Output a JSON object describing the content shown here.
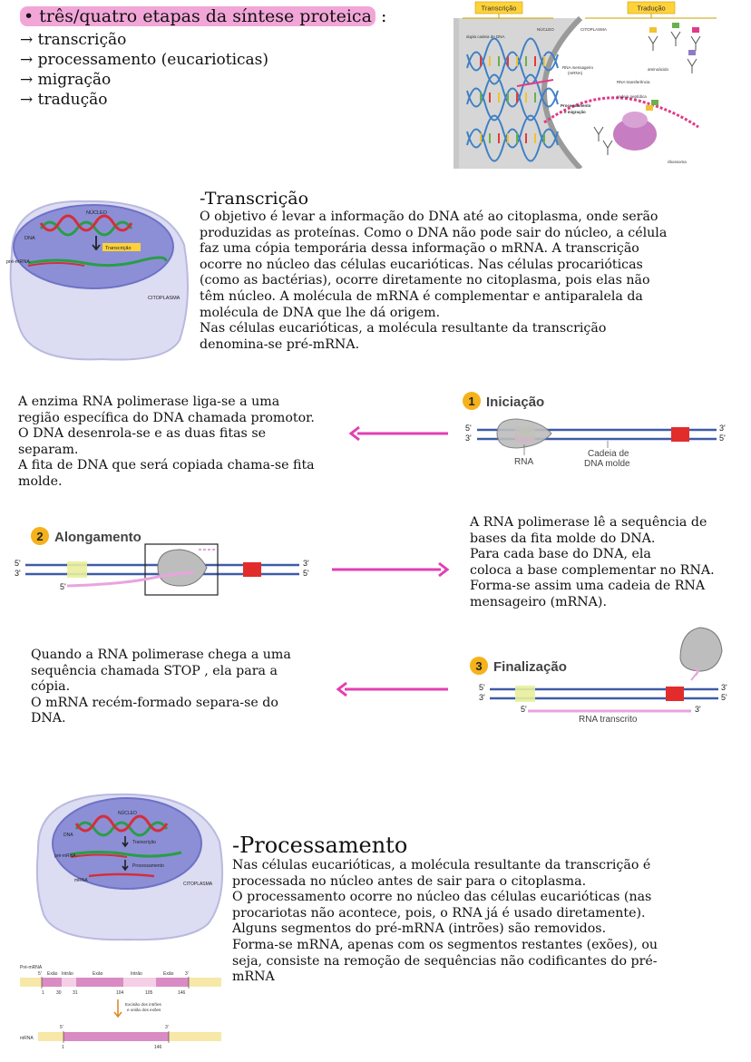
{
  "intro": {
    "title": "três/quatro etapas da síntese proteica",
    "colon": ":",
    "steps": [
      "→ transcrição",
      "→ processamento (eucarioticas)",
      "→ migração",
      "→ tradução"
    ]
  },
  "fig_overview": {
    "transcricao": "Transcrição",
    "traducao": "Tradução",
    "dupla": "dupla cadeia de DNA",
    "nucleo": "NÚCLEO",
    "citoplasma": "CITOPLASMA",
    "rna_mens": "RNA mensageiro",
    "rna_mens_sub": "(mRNA)",
    "aminoacido": "aminoácido",
    "rna_transf": "RNA transferência",
    "cadeia": "cadeia peptídica",
    "proc1": "Processamento",
    "proc2": "e migração",
    "ribossoma": "ribossoma"
  },
  "transcricao": {
    "heading": "-Transcrição",
    "text": "O objetivo é levar a informação do DNA até ao citoplasma, onde serão\nproduzidas as proteínas. Como o DNA não pode sair do núcleo, a célula\nfaz uma cópia temporária dessa informação o mRNA. A transcrição\nocorre no núcleo das células eucarióticas. Nas células procarióticas\n(como as bactérias), ocorre diretamente no citoplasma, pois elas não\ntêm núcleo. A molécula de mRNA é complementar e antiparalela da\nmolécula de DNA que lhe dá origem.\nNas células eucarióticas, a molécula resultante da transcrição\ndenomina-se pré-mRNA."
  },
  "fig_cell1": {
    "nucleo": "NÚCLEO",
    "dna": "DNA",
    "transcricao": "Transcrição",
    "premrna": "pré-mRNA",
    "citoplasma": "CITOPLASMA"
  },
  "iniciacao": {
    "text": "A enzima RNA polimerase liga-se a uma\nregião específica do DNA chamada promotor.\nO DNA desenrola-se e as duas fitas se\nseparam.\nA fita de DNA que será copiada chama-se fita\nmolde.",
    "num": "1",
    "label": "Iniciação",
    "p5a": "5'",
    "p3a": "3'",
    "p3b": "3'",
    "p5b": "5'",
    "rna": "RNA",
    "cadeia1": "Cadeia de",
    "cadeia2": "DNA molde"
  },
  "alongamento": {
    "num": "2",
    "label": "Alongamento",
    "p5a": "5'",
    "p3a": "3'",
    "p3b": "3'",
    "p5b": "5'",
    "p5c": "5'",
    "text": "A RNA polimerase lê a sequência de\nbases da fita molde do DNA.\nPara cada base do DNA, ela\ncoloca a base complementar no RNA.\nForma-se assim uma cadeia de RNA\nmensageiro (mRNA)."
  },
  "finalizacao": {
    "text": "Quando a RNA polimerase chega a uma\nsequência chamada STOP , ela para a\ncópia.\nO mRNA recém-formado separa-se do\nDNA.",
    "num": "3",
    "label": "Finalização",
    "p5a": "5'",
    "p3a": "3'",
    "p3b": "3'",
    "p5b": "5'",
    "p5c": "5'",
    "p3c": "3'",
    "rna_transcrito": "RNA transcrito"
  },
  "fig_cell2": {
    "nucleo": "NÚCLEO",
    "dna": "DNA",
    "transcricao": "Transcrição",
    "premrna": "pré-mRNA",
    "processamento": "Processamento",
    "mrna": "mRNA",
    "citoplasma": "CITOPLASMA"
  },
  "processamento": {
    "heading": "-Processamento",
    "text": "Nas células eucarióticas, a molécula resultante da transcrição é\nprocessada no núcleo antes de sair para o citoplasma.\nO processamento ocorre no núcleo das células eucarióticas (nas\nprocariotas não acontece, pois, o RNA já é usado diretamente).\nAlguns segmentos do pré-mRNA (intrões) são removidos.\nForma-se mRNA, apenas com os segmentos restantes (exões), ou\nseja, consiste na remoção de sequências não codificantes do pré-\nmRNA"
  },
  "fig_splice": {
    "premrna": "Pré-mRNA",
    "p5": "5'",
    "exao1": "Exão",
    "intrao1": "Intrão",
    "exao2": "Exão",
    "intrao2": "Intrão",
    "exao3": "Exão",
    "p3": "3'",
    "n1": "1",
    "n30": "30",
    "n31": "31",
    "n104": "104",
    "n105": "105",
    "n146": "146",
    "excisao1": "Excisão dos intrões",
    "excisao2": "e união dos exões",
    "mrna": "mRNA",
    "m5": "5'",
    "m3": "3'",
    "m1": "1",
    "m146": "146"
  }
}
